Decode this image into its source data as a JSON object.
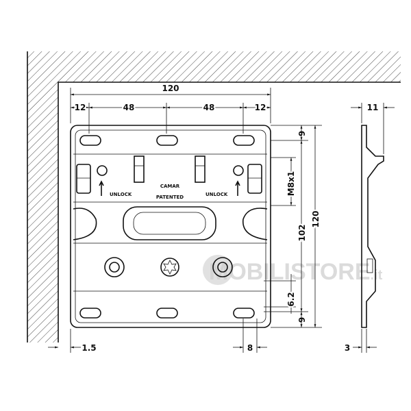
{
  "dimensions": {
    "overall_width": "120",
    "edge_left": "12",
    "pitch_left": "48",
    "pitch_right": "48",
    "edge_right": "12",
    "top_offset": "9",
    "thread": "M8x1",
    "hole_spacing": "102",
    "overall_height": "120",
    "lower_offset": "6.2",
    "bottom_offset": "9",
    "wall_gap": "1.5",
    "slot_width": "8",
    "side_depth": "11",
    "thickness": "3"
  },
  "plate_labels": {
    "unlock_left": "UNLOCK",
    "unlock_right": "UNLOCK",
    "brand": "CAMAR",
    "patented": "PATENTED"
  },
  "watermark": "MOBILISTORE.it"
}
